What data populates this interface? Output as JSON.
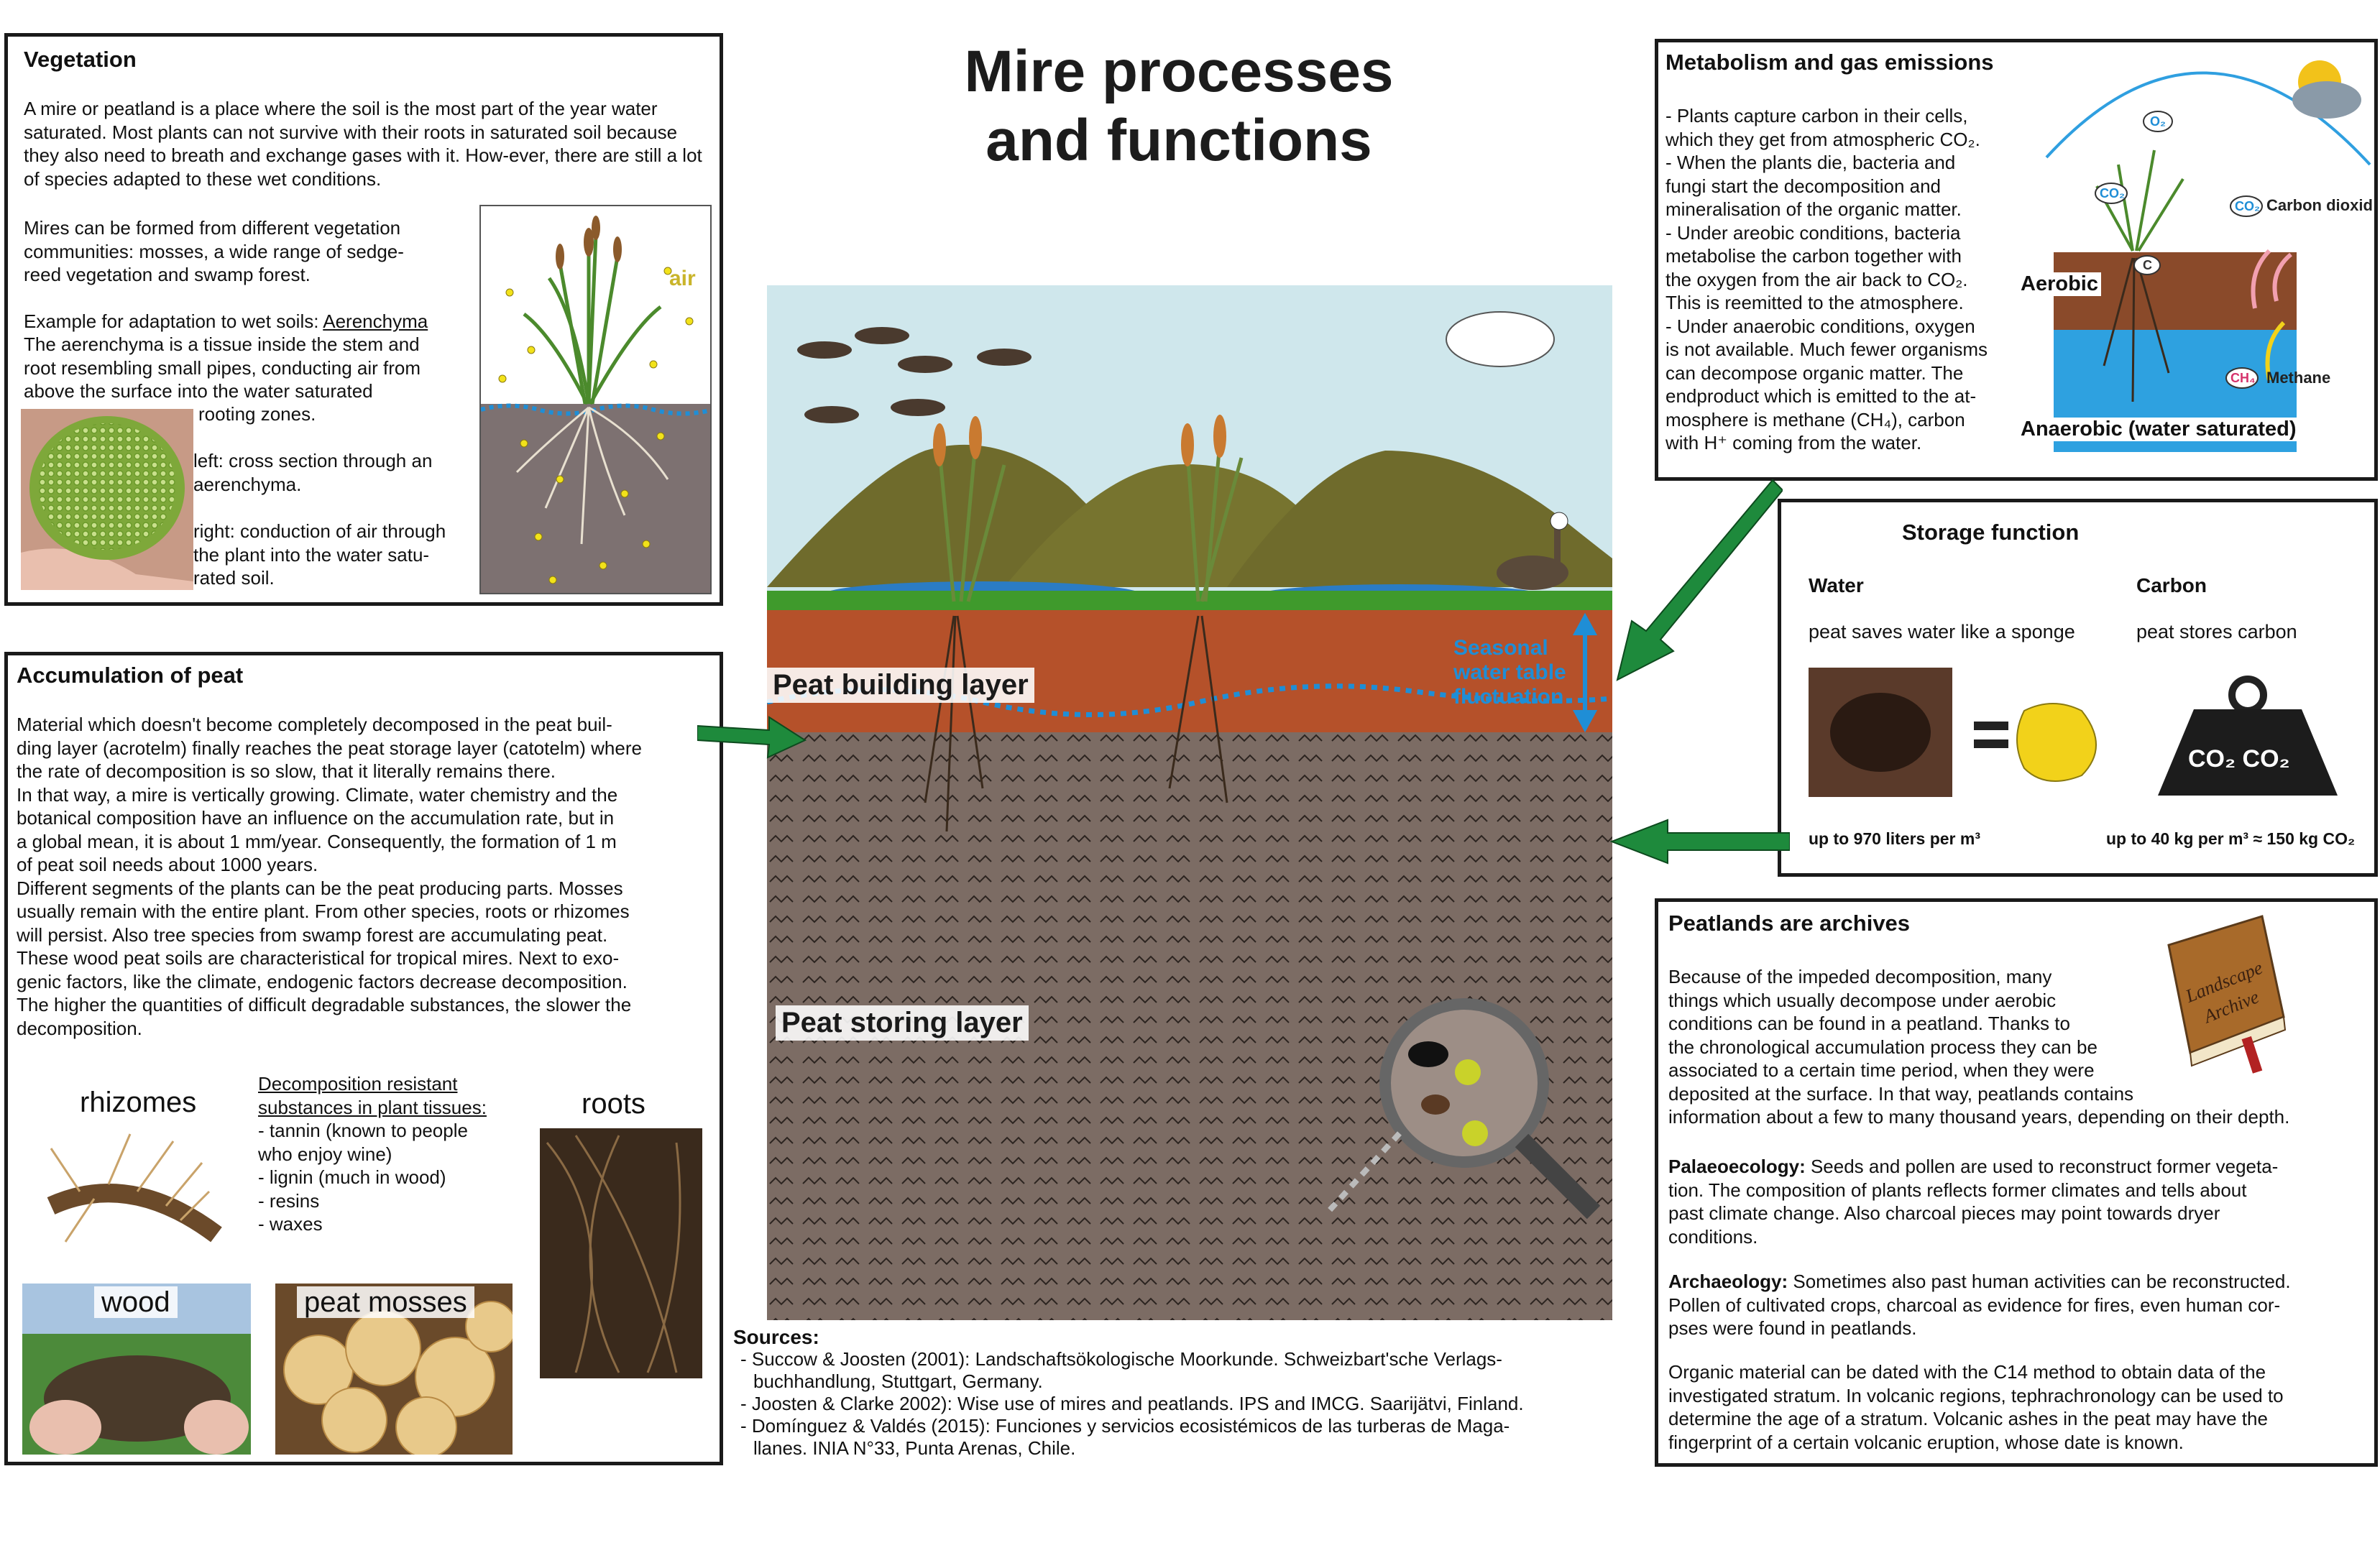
{
  "title": "Mire processes\nand functions",
  "vegetation": {
    "title": "Vegetation",
    "p1": "A mire or peatland is a place where the soil is the most part of the year water saturated. Most plants can not survive with their roots in saturated soil because they also need to breath and exchange gases with it. How-ever, there are still a lot of species adapted to these wet conditions.",
    "p2": "Mires can be formed from different vegetation\ncommunities: mosses, a wide range of sedge-\nreed vegetation and swamp forest.",
    "p3_lead": "Example for adaptation to wet soils: ",
    "p3_term": "Aerenchyma",
    "p3_body": "The aerenchyma is a tissue inside the stem and\nroot resembling small pipes, conducting air from\nabove the surface into the water saturated",
    "p3_tail": "rooting zones.",
    "left_caption": "left: cross section through an\naerenchyma.",
    "right_caption": "right: conduction of air through\nthe plant into the water satu-\nrated soil.",
    "air_label": "air"
  },
  "accumulation": {
    "title": "Accumulation of peat",
    "text": "Material which doesn't become completely decomposed in the peat buil-\nding layer (acrotelm) finally reaches the peat storage layer (catotelm) where\nthe rate of decomposition is so slow, that it literally remains there.\nIn that way, a mire is vertically growing. Climate, water chemistry and the\nbotanical composition have an influence on the accumulation rate, but in\na global mean, it is about 1 mm/year. Consequently, the formation of 1 m\nof peat soil needs about 1000 years.\nDifferent segments of the plants can be the peat producing parts. Mosses\nusually remain with the entire plant. From other species, roots or rhizomes\nwill persist. Also tree species from swamp forest are accumulating peat.\nThese wood peat soils are characteristical for tropical mires. Next to exo-\ngenic factors, like the climate, endogenic factors decrease decomposition.\nThe higher the quantities of difficult degradable substances, the slower the\ndecomposition.",
    "resist_title": "Decomposition resistant\nsubstances in plant tissues:",
    "resist_list": "- tannin (known to people\n   who enjoy wine)\n- lignin (much in wood)\n- resins\n- waxes",
    "photo_rhizomes": "rhizomes",
    "photo_roots": "roots",
    "photo_wood": "wood",
    "photo_mosses": "peat mosses"
  },
  "diagram": {
    "peat_building": "Peat building layer",
    "peat_storing": "Peat storing layer",
    "water_table": "Seasonal\nwater table\nfluctuation"
  },
  "metabolism": {
    "title": "Metabolism and gas emissions",
    "text": "- Plants capture carbon in their cells,\nwhich they get from atmospheric CO₂.\n- When the plants die, bacteria and\nfungi start the decomposition and\nmineralisation of the organic matter.\n- Under areobic conditions, bacteria\nmetabolise the carbon together with\n the oxygen from the air back to CO₂.\nThis is reemitted to the atmosphere.\n- Under anaerobic conditions, oxygen\nis not available. Much fewer organisms\ncan decompose organic matter. The\nendproduct which is emitted to the at-\nmosphere is methane (CH₄), carbon\nwith H⁺ coming from the water.",
    "aerobic": "Aerobic",
    "anaerobic": "Anaerobic (water saturated)",
    "carbon_dioxid": "Carbon dioxid",
    "methane": "Methane",
    "o2": "O₂",
    "co2": "CO₂",
    "c": "C",
    "ch4": "CH₄"
  },
  "storage": {
    "title": "Storage function",
    "water_head": "Water",
    "carbon_head": "Carbon",
    "water_text": "peat saves water like a sponge",
    "carbon_text": "peat stores carbon",
    "water_amount": "up to 970 liters per m³",
    "carbon_amount": "up to 40 kg per m³ ≈ 150 kg CO₂",
    "weight_label": "CO₂ CO₂"
  },
  "archives": {
    "title": "Peatlands are archives",
    "intro": "Because of the impeded decomposition, many\nthings which usually decompose under aerobic\nconditions can be found in a peatland. Thanks to\nthe chronological accumulation process they can be\nassociated to a certain time period, when they were\ndeposited at the surface. In that way, peatlands contains\ninformation about a few to many thousand years, depending on their depth.",
    "palaeo_head": "Palaeoecology:",
    "palaeo_text": " Seeds and pollen are used to reconstruct former vegeta-\ntion. The composition of plants reflects former climates and tells about\npast climate change. Also charcoal pieces may point towards dryer\nconditions.",
    "archaeo_head": "Archaeology:",
    "archaeo_text": " Sometimes also past human activities can be reconstructed.\nPollen of cultivated crops, charcoal as evidence for fires, even human cor-\npses were found in peatlands.",
    "dating_text": "Organic material can be dated with the C14 method to obtain data of the\ninvestigated stratum. In volcanic regions, tephrachronology can be used to\ndetermine the age of a stratum. Volcanic ashes in the peat may have the\nfingerprint of a certain volcanic eruption, whose date is known.",
    "book_label": "Landscape\nArchive"
  },
  "sources": {
    "title": "Sources:",
    "items": [
      "- Succow & Joosten (2001): Landschaftsökologische Moorkunde. Schweizbart'sche Verlags-\n  buchhandlung, Stuttgart, Germany.",
      "- Joosten & Clarke 2002): Wise use of mires and peatlands. IPS and IMCG. Saarijätvi, Finland.",
      "- Domínguez & Valdés (2015): Funciones y servicios ecosistémicos de las turberas de Maga-\n  llanes. INIA N°33, Punta Arenas, Chile."
    ]
  },
  "colors": {
    "sky": "#cfe7ec",
    "hills": "#6f6b2c",
    "peat_building": "#b5512a",
    "peat_storing": "#7c6c64",
    "water_line": "#1f8ed6",
    "arrow": "#1e8a3c"
  }
}
